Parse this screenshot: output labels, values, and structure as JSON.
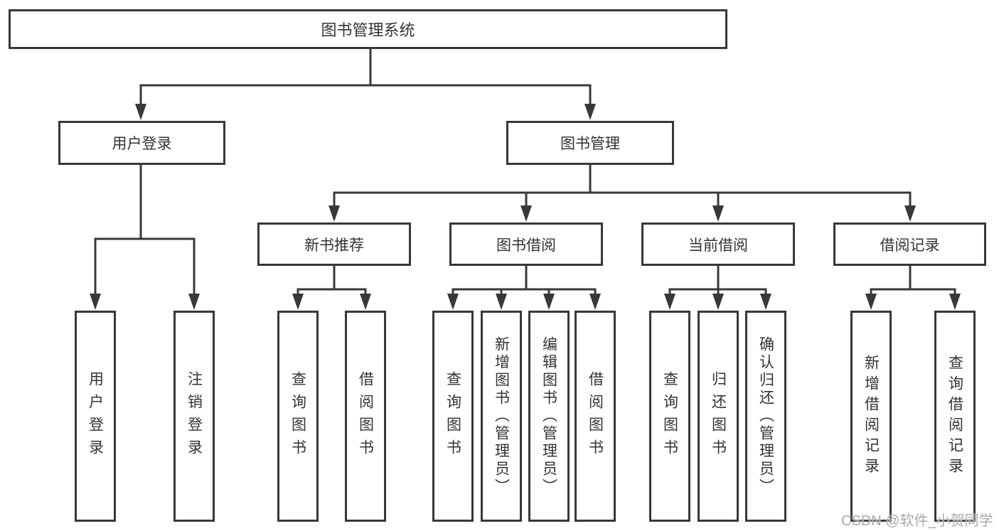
{
  "diagram_title": "图书管理系统",
  "tree": {
    "label": "图书管理系统",
    "children": [
      {
        "label": "用户登录",
        "children": [
          {
            "label": "用户登录"
          },
          {
            "label": "注销登录"
          }
        ]
      },
      {
        "label": "图书管理",
        "children": [
          {
            "label": "新书推荐",
            "children": [
              {
                "label": "查询图书"
              },
              {
                "label": "借阅图书"
              }
            ]
          },
          {
            "label": "图书借阅",
            "children": [
              {
                "label": "查询图书"
              },
              {
                "label": "新增图书（管理员）"
              },
              {
                "label": "编辑图书（管理员）"
              },
              {
                "label": "借阅图书"
              }
            ]
          },
          {
            "label": "当前借阅",
            "children": [
              {
                "label": "查询图书"
              },
              {
                "label": "归还图书"
              },
              {
                "label": "确认归还（管理员）"
              }
            ]
          },
          {
            "label": "借阅记录",
            "children": [
              {
                "label": "新增借阅记录"
              },
              {
                "label": "查询借阅记录"
              }
            ]
          }
        ]
      }
    ]
  },
  "watermark": {
    "text": "CSDN @软件_小贺同学"
  },
  "colors": {
    "background": "#ffffff",
    "line": "#383838",
    "text": "#333333",
    "watermark": "#a9a9a9"
  }
}
